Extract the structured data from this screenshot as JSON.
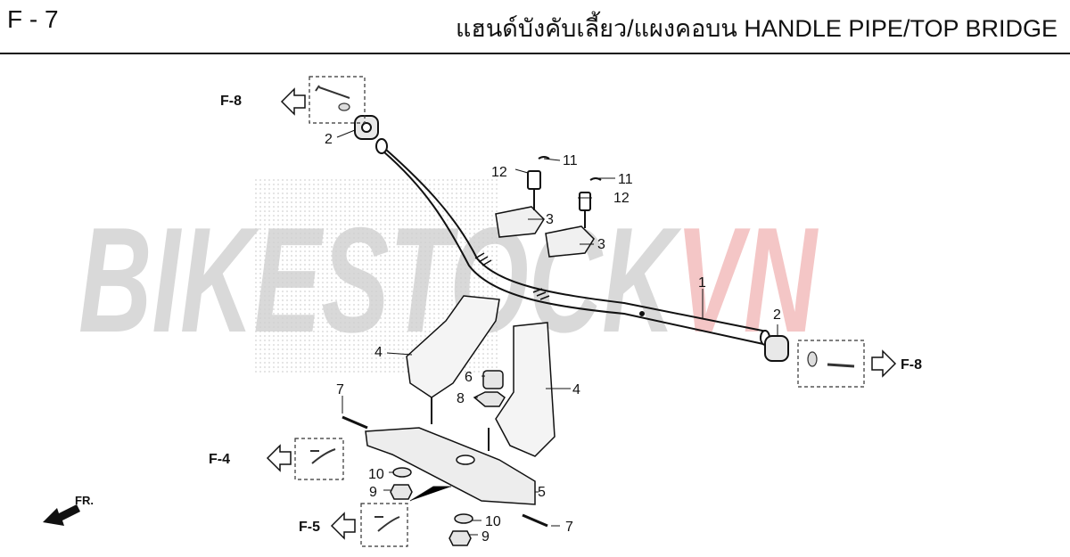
{
  "header": {
    "page_code": "F - 7",
    "title": "แฮนด์บังคับเลี้ยว/แผงคอบน HANDLE PIPE/TOP BRIDGE"
  },
  "watermark": {
    "part1": "BIKESTOCK",
    "part2": "VN",
    "color1": "#d9d9d9",
    "color2": "#f4c6c6"
  },
  "references": {
    "f8_top": "F-8",
    "f8_right": "F-8",
    "f4": "F-4",
    "f5": "F-5"
  },
  "direction": {
    "label": "FR."
  },
  "callouts": {
    "c1": "1",
    "c2a": "2",
    "c2b": "2",
    "c3a": "3",
    "c3b": "3",
    "c4a": "4",
    "c4b": "4",
    "c5": "5",
    "c6": "6",
    "c7a": "7",
    "c7b": "7",
    "c8": "8",
    "c9a": "9",
    "c9b": "9",
    "c10a": "10",
    "c10b": "10",
    "c11a": "11",
    "c11b": "11",
    "c12a": "12",
    "c12b": "12"
  }
}
